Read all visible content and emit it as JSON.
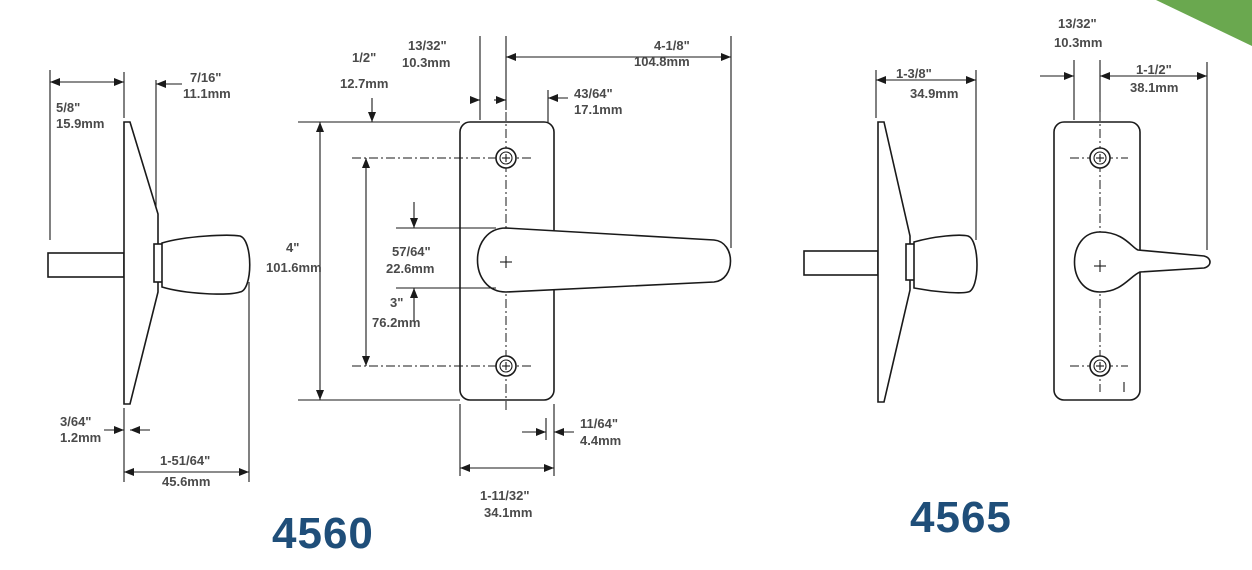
{
  "colors": {
    "accent": "#6aa84f",
    "model_text": "#1f4e79",
    "line": "#1a1a1a",
    "dim_text": "#4a4a4a"
  },
  "models": {
    "left": "4560",
    "right": "4565"
  },
  "dims": {
    "d_5_8": [
      "5/8\"",
      "15.9mm"
    ],
    "d_7_16": [
      "7/16\"",
      "11.1mm"
    ],
    "d_3_64": [
      "3/64\"",
      "1.2mm"
    ],
    "d_1_51_64": [
      "1-51/64\"",
      "45.6mm"
    ],
    "d_1_2": [
      "1/2\"",
      "12.7mm"
    ],
    "d_13_32_a": [
      "13/32\"",
      "10.3mm"
    ],
    "d_4_1_8": [
      "4-1/8\"",
      "104.8mm"
    ],
    "d_43_64": [
      "43/64\"",
      "17.1mm"
    ],
    "d_4": [
      "4\"",
      "101.6mm"
    ],
    "d_3": [
      "3\"",
      "76.2mm"
    ],
    "d_57_64": [
      "57/64\"",
      "22.6mm"
    ],
    "d_11_64": [
      "11/64\"",
      "4.4mm"
    ],
    "d_1_11_32": [
      "1-11/32\"",
      "34.1mm"
    ],
    "d_1_3_8": [
      "1-3/8\"",
      "34.9mm"
    ],
    "d_13_32_b": [
      "13/32\"",
      "10.3mm"
    ],
    "d_1_1_2": [
      "1-1/2\"",
      "38.1mm"
    ]
  }
}
